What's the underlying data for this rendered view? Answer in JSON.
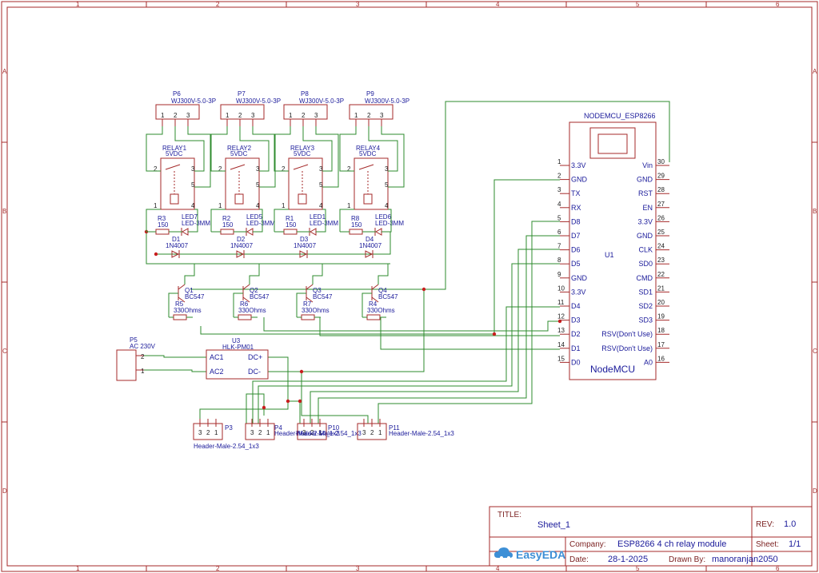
{
  "title_block": {
    "title_label": "TITLE:",
    "title": "Sheet_1",
    "rev_label": "REV:",
    "rev": "1.0",
    "company_label": "Company:",
    "company": "ESP8266 4 ch relay module",
    "sheet_label": "Sheet:",
    "sheet": "1/1",
    "date_label": "Date:",
    "date": "28-1-2025",
    "drawn_label": "Drawn By:",
    "drawn_by": "manoranjan2050",
    "logo_text": "EasyEDA"
  },
  "ruler": {
    "columns": [
      "1",
      "2",
      "3",
      "4",
      "5",
      "6"
    ],
    "rows": [
      "A",
      "B",
      "C",
      "D"
    ]
  },
  "terminals": [
    {
      "ref": "P6",
      "value": "WJ300V-5.0-3P"
    },
    {
      "ref": "P7",
      "value": "WJ300V-5.0-3P"
    },
    {
      "ref": "P8",
      "value": "WJ300V-5.0-3P"
    },
    {
      "ref": "P9",
      "value": "WJ300V-5.0-3P"
    }
  ],
  "relays": [
    {
      "ref": "RELAY1",
      "value": "5VDC"
    },
    {
      "ref": "RELAY2",
      "value": "5VDC"
    },
    {
      "ref": "RELAY3",
      "value": "5VDC"
    },
    {
      "ref": "RELAY4",
      "value": "5VDC"
    }
  ],
  "channels": [
    {
      "r_ref": "R3",
      "r_val": "150",
      "led_ref": "LED7",
      "led_val": "LED-3MM",
      "d_ref": "D1",
      "d_val": "1N4007",
      "q_ref": "Q1",
      "q_val": "BC547",
      "rb_ref": "R5",
      "rb_val": "330Ohms"
    },
    {
      "r_ref": "R2",
      "r_val": "150",
      "led_ref": "LED5",
      "led_val": "LED-3MM",
      "d_ref": "D2",
      "d_val": "1N4007",
      "q_ref": "Q2",
      "q_val": "BC547",
      "rb_ref": "R6",
      "rb_val": "330Ohms"
    },
    {
      "r_ref": "R1",
      "r_val": "150",
      "led_ref": "LED1",
      "led_val": "LED-3MM",
      "d_ref": "D3",
      "d_val": "1N4007",
      "q_ref": "Q3",
      "q_val": "BC547",
      "rb_ref": "R7",
      "rb_val": "330Ohms"
    },
    {
      "r_ref": "R8",
      "r_val": "150",
      "led_ref": "LED6",
      "led_val": "LED-3MM",
      "d_ref": "D4",
      "d_val": "1N4007",
      "q_ref": "Q4",
      "q_val": "BC547",
      "rb_ref": "R4",
      "rb_val": "330Ohms"
    }
  ],
  "mcu": {
    "part": "NODEMCU_ESP8266",
    "ref": "U1",
    "name": "NodeMCU",
    "left_pins": [
      {
        "num": "1",
        "name": "3.3V"
      },
      {
        "num": "2",
        "name": "GND"
      },
      {
        "num": "3",
        "name": "TX"
      },
      {
        "num": "4",
        "name": "RX"
      },
      {
        "num": "5",
        "name": "D8"
      },
      {
        "num": "6",
        "name": "D7"
      },
      {
        "num": "7",
        "name": "D6"
      },
      {
        "num": "8",
        "name": "D5"
      },
      {
        "num": "9",
        "name": "GND"
      },
      {
        "num": "10",
        "name": "3.3V"
      },
      {
        "num": "11",
        "name": "D4"
      },
      {
        "num": "12",
        "name": "D3"
      },
      {
        "num": "13",
        "name": "D2"
      },
      {
        "num": "14",
        "name": "D1"
      },
      {
        "num": "15",
        "name": "D0"
      }
    ],
    "right_pins": [
      {
        "num": "30",
        "name": "Vin"
      },
      {
        "num": "29",
        "name": "GND"
      },
      {
        "num": "28",
        "name": "RST"
      },
      {
        "num": "27",
        "name": "EN"
      },
      {
        "num": "26",
        "name": "3.3V"
      },
      {
        "num": "25",
        "name": "GND"
      },
      {
        "num": "24",
        "name": "CLK"
      },
      {
        "num": "23",
        "name": "SD0"
      },
      {
        "num": "22",
        "name": "CMD"
      },
      {
        "num": "21",
        "name": "SD1"
      },
      {
        "num": "20",
        "name": "SD2"
      },
      {
        "num": "19",
        "name": "SD3"
      },
      {
        "num": "18",
        "name": "RSV(Don't Use)"
      },
      {
        "num": "17",
        "name": "RSV(Don't Use)"
      },
      {
        "num": "16",
        "name": "A0"
      }
    ]
  },
  "power_in": {
    "ref": "P5",
    "value": "AC 230V"
  },
  "psu": {
    "ref": "U3",
    "value": "HLK-PM01",
    "ac1": "AC1",
    "ac2": "AC2",
    "dcp": "DC+",
    "dcm": "DC-"
  },
  "headers": [
    {
      "ref": "P3",
      "value": "Header-Male-2.54_1x3"
    },
    {
      "ref": "P4",
      "value": "Header-Male-2.54_1x3"
    },
    {
      "ref": "P10",
      "value": "Header-Male-2.54_1x3"
    },
    {
      "ref": "P11",
      "value": "Header-Male-2.54_1x3"
    }
  ]
}
